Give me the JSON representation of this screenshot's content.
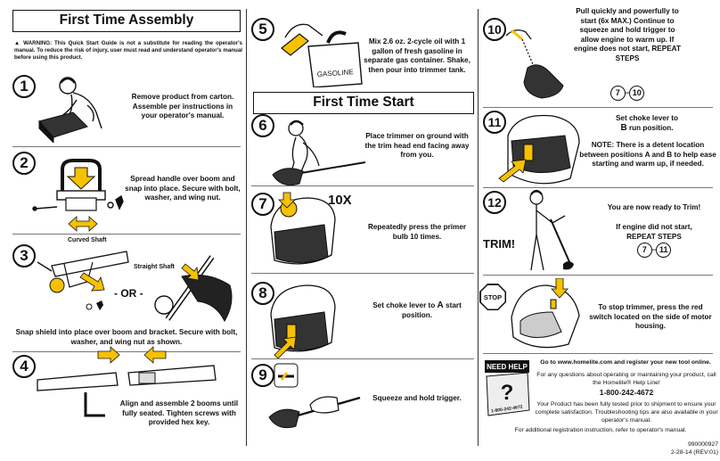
{
  "assembly": {
    "title": "First Time Assembly",
    "warning": "▲ WARNING: This Quick Start Guide is not a substitute for reading the operator's manual. To reduce the risk of injury, user must read and understand operator's manual before using this product.",
    "steps": [
      {
        "num": "1",
        "text": "Remove product from carton. Assemble per instructions in your operator's manual."
      },
      {
        "num": "2",
        "text": "Spread handle over boom and snap into place. Secure with bolt, washer, and wing nut."
      },
      {
        "num": "3",
        "text": "Snap shield into place over boom and bracket. Secure with bolt, washer, and wing nut as shown.",
        "curved_label": "Curved Shaft",
        "straight_label": "Straight Shaft",
        "or_label": "- OR -"
      },
      {
        "num": "4",
        "text": "Align and assemble 2 booms until fully seated. Tighten screws with provided hex key."
      }
    ]
  },
  "start": {
    "title": "First Time Start",
    "steps": [
      {
        "num": "5",
        "text": "Mix 2.6 oz. 2-cycle oil with 1 gallon of fresh gasoline in separate gas container. Shake, then pour into trimmer tank.",
        "can_label": "GASOLINE"
      },
      {
        "num": "6",
        "text": "Place trimmer on ground with the trim head end facing away from you."
      },
      {
        "num": "7",
        "text": "Repeatedly press the primer bulb 10 times.",
        "badge": "10X"
      },
      {
        "num": "8",
        "text_pre": "Set choke lever to ",
        "letter": "A",
        "text_post": " start position."
      },
      {
        "num": "9",
        "text": "Squeeze and hold trigger."
      }
    ]
  },
  "right": {
    "steps": [
      {
        "num": "10",
        "text": "Pull quickly and powerfully to start (6x MAX.) Continue to squeeze and hold trigger to allow engine to warm up. If engine does not start, REPEAT STEPS",
        "from": "7",
        "to": "10"
      },
      {
        "num": "11",
        "line1_pre": "Set choke lever to",
        "letter": "B",
        "line1_post": " run position.",
        "note": "NOTE: There is a detent location between positions A and B to help ease starting and warm up, if needed."
      },
      {
        "num": "12",
        "text": "You are now ready to Trim!",
        "text2": "If engine did not start, REPEAT STEPS",
        "from": "7",
        "to": "11",
        "trim": "TRIM!"
      }
    ],
    "stop": {
      "label": "STOP",
      "text": "To stop trimmer, press the red switch located on the side of motor housing."
    },
    "help": {
      "badge_top": "NEED HELP",
      "badge_num": "1-800-242-4672",
      "line1_pre": "Go to ",
      "url": "www.homelite.com",
      "line1_post": " and register your new tool online.",
      "line2": "For any questions about operating or maintaining your product, call the Homelite® Help Line!",
      "phone": "1-800-242-4672",
      "line3": "Your Product has been fully tested prior to shipment to ensure your complete satisfaction. Troubleshooting tips are also available in your operator's manual.",
      "line4": "For additional registration instruction, refer to operator's manual."
    },
    "code": "990000927",
    "date": "2-28-14 (REV:01)"
  },
  "colors": {
    "arrow": "#f6c100",
    "ink": "#111111",
    "gray": "#888888"
  }
}
